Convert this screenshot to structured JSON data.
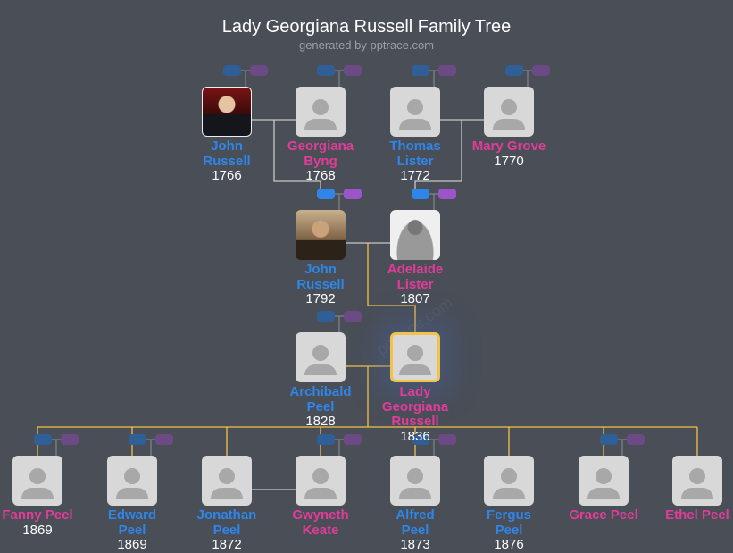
{
  "header": {
    "title": "Lady Georgiana Russell Family Tree",
    "subtitle": "generated by pptrace.com"
  },
  "watermark": "pptrace.com",
  "colors": {
    "male": "#2f86e8",
    "female": "#e23c98",
    "highlight_line": "#f2c24a",
    "line": "#c8c8c8"
  },
  "people": [
    {
      "first": "John",
      "last": "Russell",
      "year": "1766",
      "gender": "m",
      "photo": "photo1"
    },
    {
      "first": "Georgiana",
      "last": "Byng",
      "year": "1768",
      "gender": "f"
    },
    {
      "first": "Thomas",
      "last": "Lister",
      "year": "1772",
      "gender": "m"
    },
    {
      "first": "Mary Grove",
      "last": "",
      "year": "1770",
      "gender": "f"
    },
    {
      "first": "John",
      "last": "Russell",
      "year": "1792",
      "gender": "m",
      "photo": "photo2"
    },
    {
      "first": "Adelaide",
      "last": "Lister",
      "year": "1807",
      "gender": "f",
      "photo": "photo3"
    },
    {
      "first": "Archibald",
      "last": "Peel",
      "year": "1828",
      "gender": "m"
    },
    {
      "first": "Lady",
      "last": "Georgiana Russell",
      "year": "1836",
      "gender": "f",
      "selected": true
    },
    {
      "first": "Fanny Peel",
      "last": "",
      "year": "1869",
      "gender": "f"
    },
    {
      "first": "Edward",
      "last": "Peel",
      "year": "1869",
      "gender": "m"
    },
    {
      "first": "Jonathan",
      "last": "Peel",
      "year": "1872",
      "gender": "m"
    },
    {
      "first": "Gwyneth",
      "last": "Keate",
      "year": "",
      "gender": "f"
    },
    {
      "first": "Alfred",
      "last": "Peel",
      "year": "1873",
      "gender": "m"
    },
    {
      "first": "Fergus",
      "last": "Peel",
      "year": "1876",
      "gender": "m"
    },
    {
      "first": "Grace Peel",
      "last": "",
      "year": "",
      "gender": "f"
    },
    {
      "first": "Ethel Peel",
      "last": "",
      "year": "",
      "gender": "f"
    }
  ]
}
